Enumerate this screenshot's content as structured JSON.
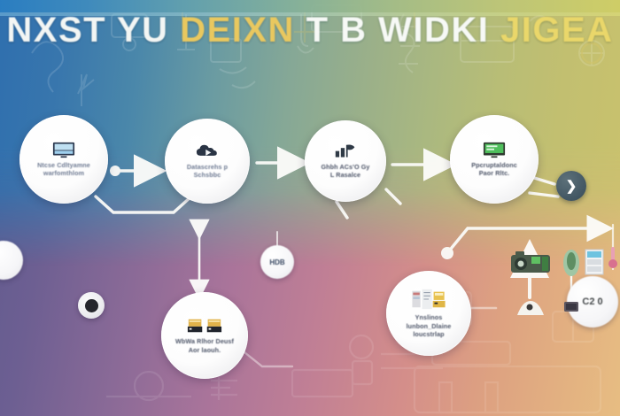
{
  "image": {
    "kind": "ai-generated-infographic-flowchart",
    "title_words": [
      {
        "text": "NXST YU",
        "color": "#f3f6f4"
      },
      {
        "text": "DEIXN",
        "color": "#e9c85f"
      },
      {
        "text": "T B",
        "color": "#f7f9f6"
      },
      {
        "text": "WIDKI",
        "color": "#f7f9f6"
      },
      {
        "text": "JIGEA",
        "color": "#ead76a"
      }
    ],
    "palette": {
      "top_left": "#2f6fae",
      "top_mid": "#86a896",
      "top_right": "#c9c26d",
      "bottom_left": "#5e5a8e",
      "bottom_mid": "#c07f95",
      "bottom_right": "#e7bd82",
      "node_fill": "#ffffff",
      "node_label": "#6f7b93",
      "accent_yellow": "#e9c85f",
      "chevron_circle": "#465a66"
    }
  },
  "nodes": [
    {
      "id": "node-1",
      "icon": "monitor-icon",
      "icon_color": "#2d3a50",
      "line1": "Ntcse Cdltyamne",
      "line2": "warfomthlom"
    },
    {
      "id": "node-2",
      "icon": "cloud-data-icon",
      "icon_color": "#2a3444",
      "line1": "Datascrehs p",
      "line2": "Schsbbc"
    },
    {
      "id": "node-3",
      "icon": "chart-flag-icon",
      "icon_color": "#2f3a46",
      "line1": "Ghbh ACs'O Gy",
      "line2": "L Rasalce"
    },
    {
      "id": "node-4",
      "icon": "green-monitor-icon",
      "icon_color": "#3f9e4d",
      "line1": "Ppcruptaldonc",
      "line2": "Paor Rltc."
    },
    {
      "id": "node-5",
      "icon": "dual-server-icon",
      "icon_color": "#d6a93c",
      "line1": "WbWa Rlhor Deusf",
      "line2": "Aor laouh."
    },
    {
      "id": "node-6",
      "icon": "workstation-icon",
      "icon_color": "#d8b14a",
      "line1": "Ynslinos",
      "line2": "lunbon_Dlaine",
      "line3": "loucstrlap"
    }
  ],
  "badges": [
    {
      "id": "badge-hdb",
      "label": "HDB"
    },
    {
      "id": "badge-c2",
      "label": "C2 0"
    },
    {
      "id": "badge-left-edge",
      "label": ""
    },
    {
      "id": "badge-dark-dot",
      "label": ""
    }
  ],
  "chevron_node": {
    "id": "chevron-circle",
    "glyph": "❯"
  },
  "connectors": [
    {
      "id": "conn-1-2",
      "type": "arrow-right"
    },
    {
      "id": "conn-2-3",
      "type": "arrow-right"
    },
    {
      "id": "conn-3-4",
      "type": "arrow-right"
    },
    {
      "id": "conn-1-2-lower",
      "type": "elbow"
    },
    {
      "id": "conn-vertical-double",
      "type": "double-arrow-vertical"
    },
    {
      "id": "conn-right-long",
      "type": "arrow-right-long"
    },
    {
      "id": "conn-4-chevron",
      "type": "line"
    },
    {
      "id": "conn-stand-up",
      "type": "arrow-up"
    },
    {
      "id": "conn-drop",
      "type": "line-down"
    },
    {
      "id": "conn-hdb-drop",
      "type": "line-up"
    }
  ],
  "mini_icons": [
    {
      "id": "mini-camera-icon"
    },
    {
      "id": "mini-person-icon"
    },
    {
      "id": "mini-server-rack-icon"
    },
    {
      "id": "mini-thermometer-icon"
    },
    {
      "id": "mini-stand-icon"
    },
    {
      "id": "mini-box-icon"
    }
  ]
}
